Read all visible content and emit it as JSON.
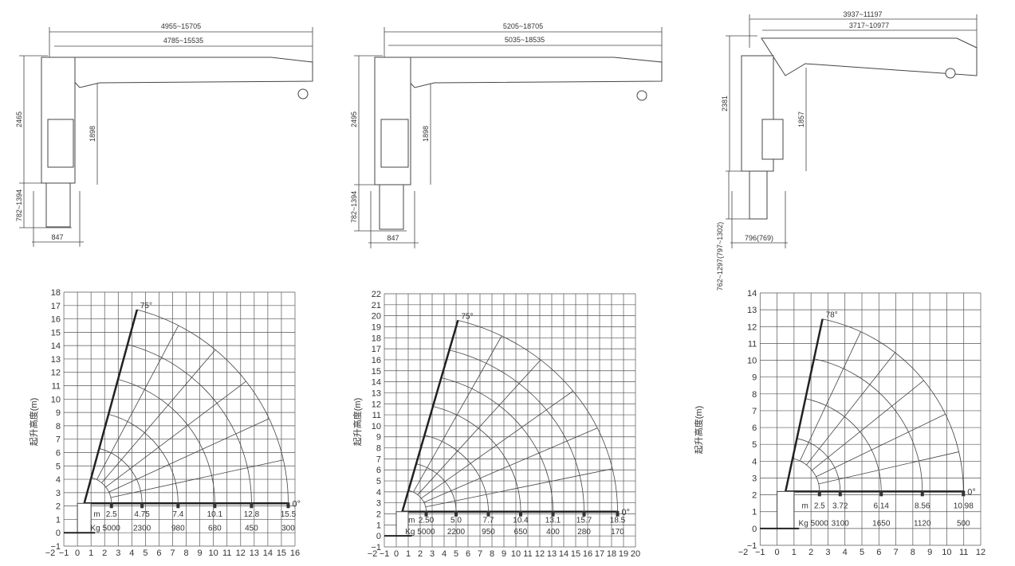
{
  "axis_label": "起升高度(m)",
  "drawings": [
    {
      "dims": {
        "outer": "4955~15705",
        "inner": "4785~15535",
        "height": "2465",
        "leg": "782~1394",
        "boom_height": "1898",
        "base": "847"
      }
    },
    {
      "dims": {
        "outer": "5205~18705",
        "inner": "5035~18535",
        "height": "2495",
        "leg": "782~1394",
        "boom_height": "1898",
        "base": "847"
      }
    },
    {
      "dims": {
        "outer": "3937~11197",
        "inner": "3717~10977",
        "height": "2381",
        "leg": "762~1297(797~1302)",
        "boom_height": "1857",
        "base": "796(769)"
      }
    }
  ],
  "chart_data": [
    {
      "type": "diagram-load-chart",
      "xlim": [
        -2,
        16
      ],
      "ylim": [
        -1,
        18
      ],
      "x_ticks": [
        "-2",
        "-1",
        "0",
        "1",
        "2",
        "3",
        "4",
        "5",
        "6",
        "7",
        "8",
        "9",
        "10",
        "11",
        "12",
        "13",
        "14",
        "15",
        "16"
      ],
      "y_ticks": [
        "-1",
        "0",
        "1",
        "2",
        "3",
        "4",
        "5",
        "6",
        "7",
        "8",
        "9",
        "10",
        "11",
        "12",
        "13",
        "14",
        "15",
        "16",
        "17",
        "18"
      ],
      "max_angle": "75°",
      "min_angle": "0°",
      "max_angle_value": 75,
      "row_m_label": "m",
      "row_kg_label": "Kg",
      "radius_m": [
        "2.5",
        "4.75",
        "7.4",
        "10.1",
        "12.8",
        "15.5"
      ],
      "load_kg": [
        "5000",
        "2300",
        "980",
        "680",
        "450",
        "300"
      ]
    },
    {
      "type": "diagram-load-chart",
      "xlim": [
        -2,
        20
      ],
      "ylim": [
        -1,
        22
      ],
      "x_ticks": [
        "-2",
        "-1",
        "0",
        "1",
        "2",
        "3",
        "4",
        "5",
        "6",
        "7",
        "8",
        "9",
        "10",
        "11",
        "12",
        "13",
        "14",
        "15",
        "16",
        "17",
        "18",
        "19",
        "20"
      ],
      "y_ticks": [
        "-1",
        "0",
        "1",
        "2",
        "3",
        "4",
        "5",
        "6",
        "7",
        "8",
        "9",
        "10",
        "11",
        "12",
        "13",
        "14",
        "15",
        "16",
        "17",
        "18",
        "19",
        "20",
        "21",
        "22"
      ],
      "max_angle": "75°",
      "min_angle": "0°",
      "max_angle_value": 75,
      "row_m_label": "m",
      "row_kg_label": "Kg",
      "radius_m": [
        "2.50",
        "5.0",
        "7.7",
        "10.4",
        "13.1",
        "15.7",
        "18.5"
      ],
      "load_kg": [
        "5000",
        "2200",
        "950",
        "650",
        "400",
        "280",
        "170"
      ]
    },
    {
      "type": "diagram-load-chart",
      "xlim": [
        -2,
        12
      ],
      "ylim": [
        -1,
        14
      ],
      "x_ticks": [
        "-2",
        "-1",
        "0",
        "1",
        "2",
        "3",
        "4",
        "5",
        "6",
        "7",
        "8",
        "9",
        "10",
        "11",
        "12"
      ],
      "y_ticks": [
        "-1",
        "0",
        "1",
        "2",
        "3",
        "4",
        "5",
        "6",
        "7",
        "8",
        "9",
        "10",
        "11",
        "12",
        "13",
        "14"
      ],
      "max_angle": "78°",
      "min_angle": "0°",
      "max_angle_value": 78,
      "row_m_label": "m",
      "row_kg_label": "Kg",
      "radius_m": [
        "2.5",
        "3.72",
        "6.14",
        "8.56",
        "10.98"
      ],
      "load_kg": [
        "5000",
        "3100",
        "1650",
        "1120",
        "500"
      ]
    }
  ]
}
